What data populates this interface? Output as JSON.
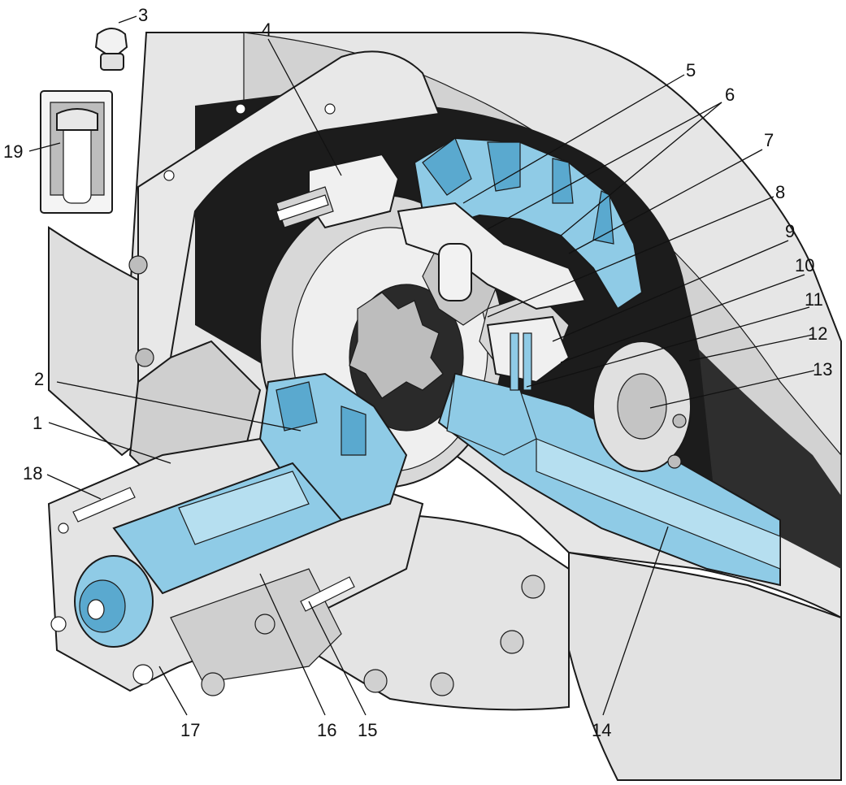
{
  "colors": {
    "part_blue": "#8fcbe6",
    "part_blue_dark": "#5aa9cf",
    "housing_light": "#ececec",
    "housing_mid": "#c9c9c9",
    "housing_dark": "#8a8a8a",
    "shadow": "#1c1c1c",
    "background": "#ffffff"
  },
  "callouts": [
    {
      "id": "c1",
      "label": "1"
    },
    {
      "id": "c2",
      "label": "2"
    },
    {
      "id": "c3",
      "label": "3"
    },
    {
      "id": "c4",
      "label": "4"
    },
    {
      "id": "c5",
      "label": "5"
    },
    {
      "id": "c6",
      "label": "6"
    },
    {
      "id": "c7",
      "label": "7"
    },
    {
      "id": "c8",
      "label": "8"
    },
    {
      "id": "c9",
      "label": "9"
    },
    {
      "id": "c10",
      "label": "10"
    },
    {
      "id": "c11",
      "label": "11"
    },
    {
      "id": "c12",
      "label": "12"
    },
    {
      "id": "c13",
      "label": "13"
    },
    {
      "id": "c14",
      "label": "14"
    },
    {
      "id": "c15",
      "label": "15"
    },
    {
      "id": "c16",
      "label": "16"
    },
    {
      "id": "c17",
      "label": "17"
    },
    {
      "id": "c18",
      "label": "18"
    },
    {
      "id": "c19",
      "label": "19"
    }
  ]
}
